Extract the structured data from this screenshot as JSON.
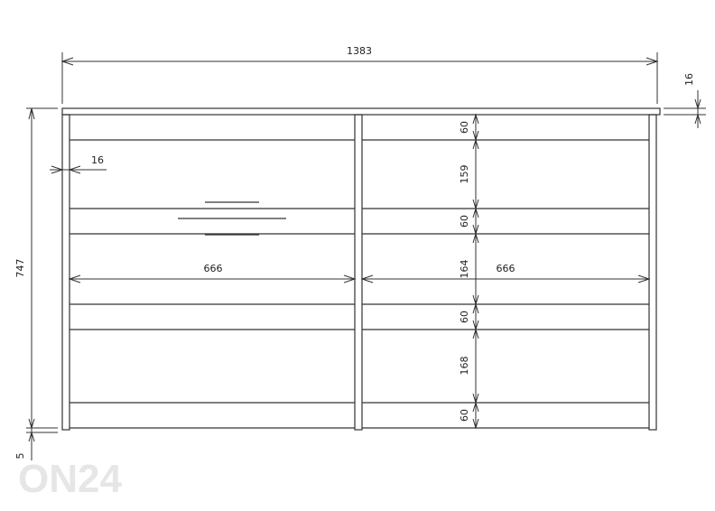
{
  "drawing": {
    "overall_width": "1383",
    "top_thickness": "16",
    "side_thickness": "16",
    "overall_height": "747",
    "foot_height": "5",
    "compartment_width_left": "666",
    "compartment_width_right": "666",
    "vertical_dims": [
      "60",
      "159",
      "60",
      "164",
      "60",
      "168",
      "60"
    ],
    "watermark": "ON24",
    "line_color": "#333333"
  }
}
